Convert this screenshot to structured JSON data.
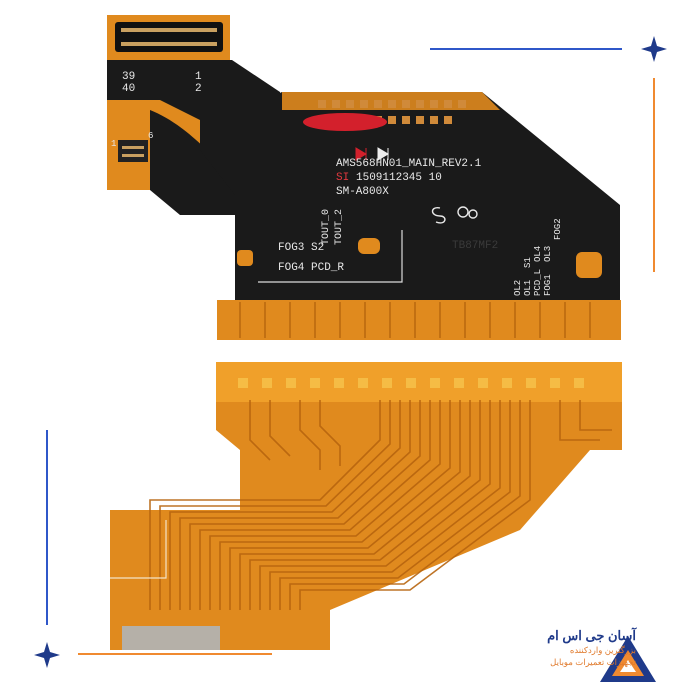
{
  "flex": {
    "pin_labels": {
      "top_left": "39\n40",
      "top_right": "1\n2",
      "small_connector": [
        "1",
        "6"
      ]
    },
    "silkscreen": {
      "part_line": "AMS568HN01_MAIN_REV2.1",
      "serial_prefix": "SI",
      "serial": "1509112345 10",
      "model": "SM-A800X",
      "tout_0": "TOUT_0",
      "tout_2": "TOUT_2",
      "fog3_s2": "FOG3 S2",
      "fog4_pcdr": "FOG4 PCD_R",
      "stamp": "TB87MF2",
      "right_column": [
        "OL2",
        "OL1",
        "PCD_L",
        "FOG1",
        "S1",
        "OL4",
        "OL3",
        "FOG2"
      ]
    }
  },
  "brand": {
    "name": "آسان جی اس ام",
    "tagline_1": "بزرگترین وارد‌کننده",
    "tagline_2": "تجهیزات تعمیرات موبایل"
  },
  "colors": {
    "flex_orange": "#e08a1e",
    "flex_dark": "#1a1a1a",
    "copper": "#c9781d",
    "accent_blue": "#2f57c9",
    "accent_orange": "#f08a30",
    "brand_navy": "#1f3a8a"
  }
}
